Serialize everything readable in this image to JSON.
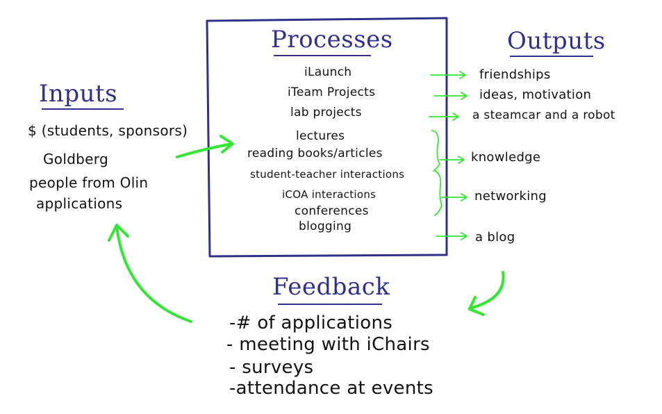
{
  "colors": {
    "heading": "#2f2f8c",
    "arrow": "#33e633",
    "box": "#2f2f8c",
    "text": "#111111"
  },
  "inputs": {
    "title": "Inputs",
    "items": [
      "$ (students, sponsors)",
      "Goldberg",
      "people from Olin",
      "applications"
    ]
  },
  "processes": {
    "title": "Processes",
    "items": [
      "iLaunch",
      "iTeam Projects",
      "lab projects",
      "lectures",
      "reading books/articles",
      "student-teacher interactions",
      "iCOA interactions",
      "conferences",
      "blogging"
    ]
  },
  "outputs": {
    "title": "Outputs",
    "items": [
      "friendships",
      "ideas, motivation",
      "a steamcar and a robot",
      "knowledge",
      "networking",
      "a blog"
    ]
  },
  "feedback": {
    "title": "Feedback",
    "items": [
      "-# of applications",
      "- meeting with iChairs",
      "- surveys",
      "-attendance at events"
    ]
  }
}
